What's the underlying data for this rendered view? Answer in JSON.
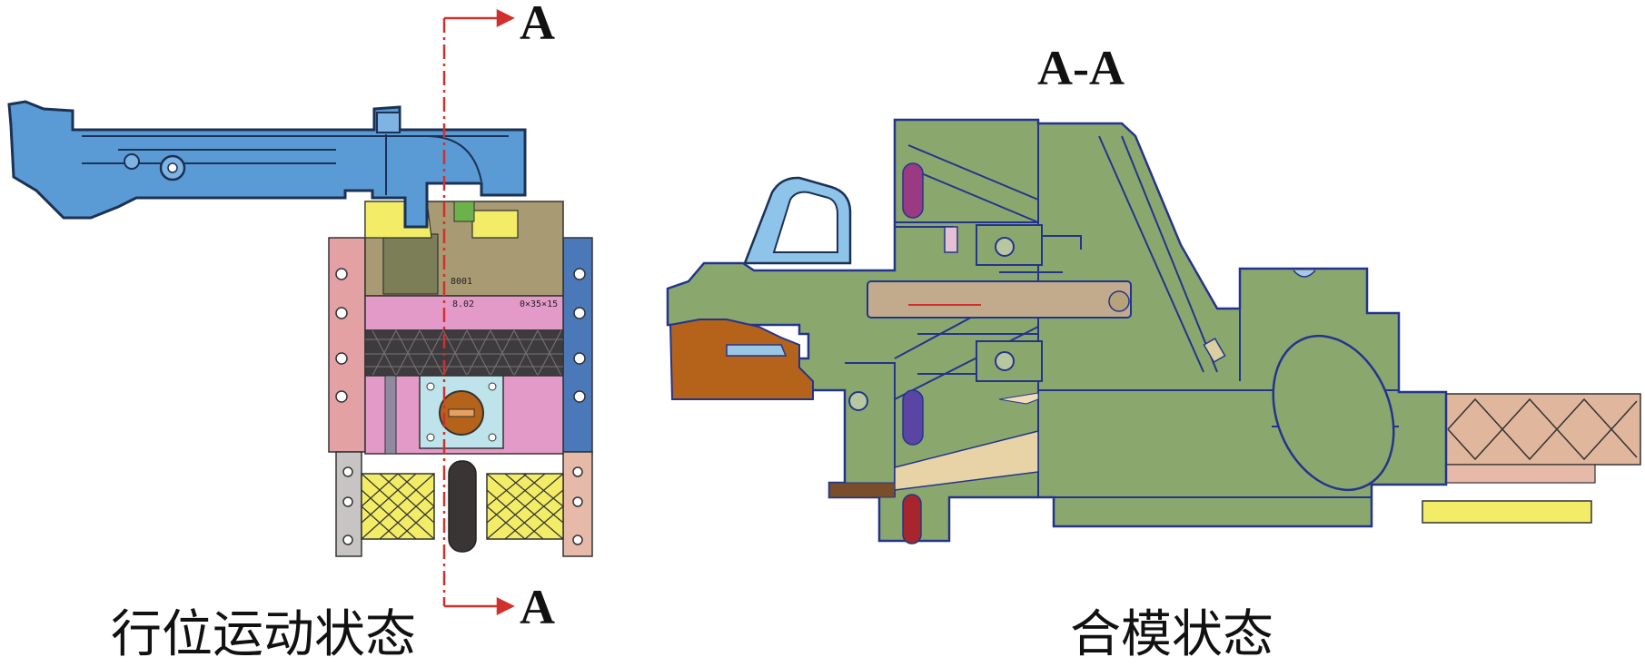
{
  "section": {
    "marker": "A",
    "title": "A-A"
  },
  "left_view": {
    "caption": "行位运动状态",
    "part_marks": [
      "8001",
      "8.02",
      "0×35×15"
    ]
  },
  "right_view": {
    "caption": "合模状态"
  },
  "colors": {
    "cut_line": "#d0312d",
    "product_blue": "#5b9bd5",
    "mold_green": "#8aa86e",
    "slider_pink": "#e49ac9",
    "plate_red": "#e3a1a3",
    "plate_blue": "#4a78b8",
    "insert_yellow": "#f2ec66",
    "mesh_tan": "#e0b69c",
    "core_copper": "#b5621a"
  }
}
